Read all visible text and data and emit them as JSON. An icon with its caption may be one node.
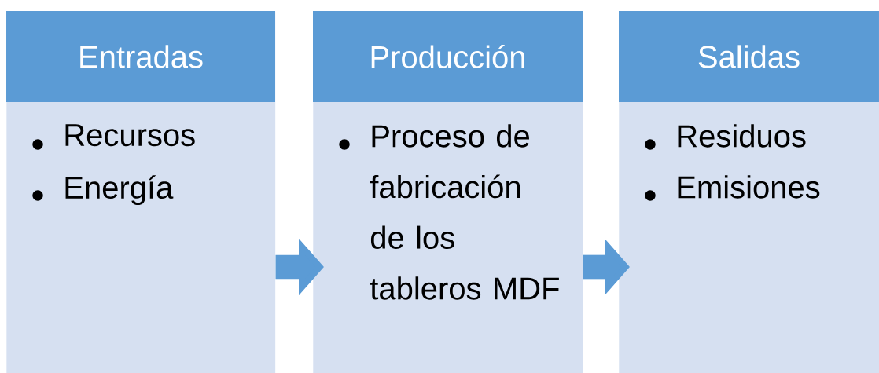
{
  "diagram": {
    "nodes": [
      {
        "text": [
          "Entradas",
          "Recursos",
          "Energía"
        ]
      },
      {
        "text": [
          "Producción",
          "Proceso de fabricación de los tableros MDF"
        ]
      },
      {
        "text": [
          "Salidas",
          "Residuos",
          "Emisiones"
        ]
      }
    ],
    "edges": [
      {
        "from": 0,
        "to": 1,
        "arrow": "to"
      },
      {
        "from": 1,
        "to": 2,
        "arrow": "to"
      }
    ]
  }
}
